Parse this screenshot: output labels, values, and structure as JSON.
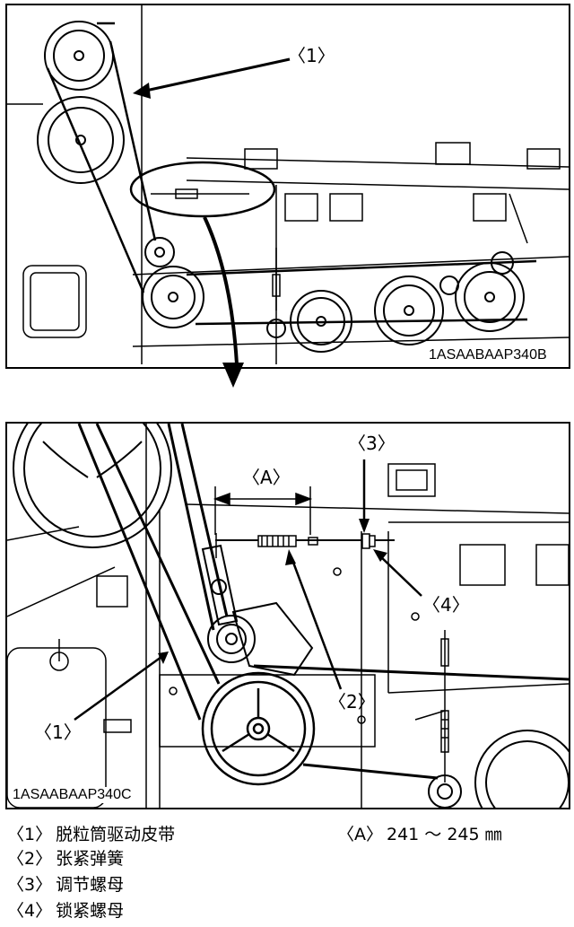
{
  "top_view": {
    "callout_1": "〈1〉",
    "figure_code": "1ASAABAAP340B"
  },
  "detail_view": {
    "callout_a": "〈A〉",
    "callout_3": "〈3〉",
    "callout_4": "〈4〉",
    "callout_2": "〈2〉",
    "callout_1": "〈1〉",
    "figure_code": "1ASAABAAP340C"
  },
  "legend": {
    "items": [
      {
        "num": "〈1〉",
        "label": "脱粒筒驱动皮带"
      },
      {
        "num": "〈2〉",
        "label": "张紧弹簧"
      },
      {
        "num": "〈3〉",
        "label": "调节螺母"
      },
      {
        "num": "〈4〉",
        "label": "锁紧螺母"
      }
    ],
    "dimension": {
      "num": "〈A〉",
      "value": "241 ～ 245 ㎜"
    }
  }
}
